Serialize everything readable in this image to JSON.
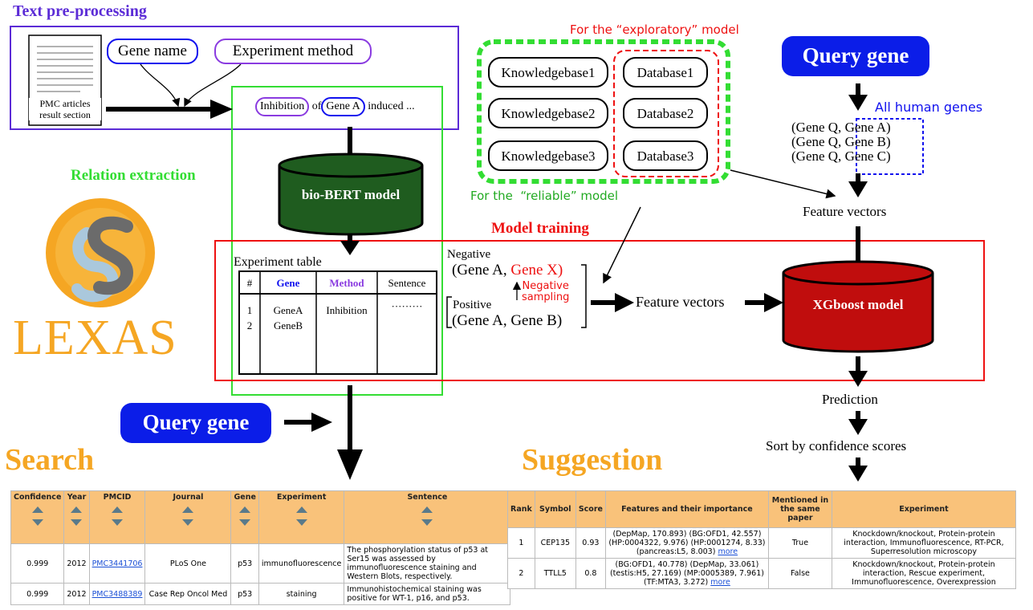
{
  "preprocessing": {
    "title": "Text pre-processing",
    "doc_caption_1": "PMC articles",
    "doc_caption_2": "result section",
    "gene_name": "Gene name",
    "experiment_method": "Experiment method",
    "sentence_inhibition": "Inhibition",
    "sentence_of": "of",
    "sentence_gene": "Gene A",
    "sentence_rest": "induced ..."
  },
  "relation_extraction": {
    "title": "Relation extraction",
    "model": "bio-BERT model"
  },
  "knowledge": {
    "exploratory_label": "For the “exploratory” model",
    "reliable_label": "For the  “reliable” model",
    "knowledgebases": [
      "Knowledgebase1",
      "Knowledgebase2",
      "Knowledgebase3"
    ],
    "databases": [
      "Database1",
      "Database2",
      "Database3"
    ]
  },
  "query_top": {
    "label": "Query gene",
    "all_human_genes": "All human genes",
    "pairs_left": [
      "(Gene Q,",
      "(Gene Q,",
      "(Gene Q,"
    ],
    "pairs_right": [
      "Gene A)",
      "Gene B)",
      "Gene C)"
    ],
    "feature_vectors": "Feature vectors"
  },
  "training": {
    "title": "Model training",
    "experiment_table_title": "Experiment table",
    "table_headers": [
      "#",
      "Gene",
      "Method",
      "Sentence"
    ],
    "rows": [
      {
        "num": "1",
        "gene": "GeneA",
        "method": "Inhibition",
        "sentence": "·········"
      },
      {
        "num": "2",
        "gene": "GeneB",
        "method": "",
        "sentence": ""
      }
    ],
    "negative": "Negative",
    "negative_pair_left": "(Gene A,",
    "negative_pair_right": "Gene X)",
    "negative_sampling_1": "Negative",
    "negative_sampling_2": "sampling",
    "positive": "Positive",
    "positive_pair": "(Gene A, Gene B)",
    "feature_vectors": "Feature vectors",
    "xgboost": "XGboost model",
    "prediction": "Prediction",
    "sort": "Sort by confidence scores"
  },
  "logo": {
    "text": "LEXAS"
  },
  "query_bottom": {
    "label": "Query gene"
  },
  "search": {
    "title": "Search",
    "headers": [
      "Confidence",
      "Year",
      "PMCID",
      "Journal",
      "Gene",
      "Experiment",
      "Sentence"
    ],
    "rows": [
      {
        "confidence": "0.999",
        "year": "2012",
        "pmcid": "PMC3441706",
        "journal": "PLoS One",
        "gene": "p53",
        "experiment": "immunofluorescence",
        "sentence": "The phosphorylation status of p53 at Ser15 was assessed by immunofluorescence staining and Western Blots, respectively."
      },
      {
        "confidence": "0.999",
        "year": "2012",
        "pmcid": "PMC3488389",
        "journal": "Case Rep Oncol Med",
        "gene": "p53",
        "experiment": "staining",
        "sentence": "Immunohistochemical staining was positive for WT-1, p16, and p53."
      }
    ]
  },
  "suggestion": {
    "title": "Suggestion",
    "headers": [
      "Rank",
      "Symbol",
      "Score",
      "Features and their importance",
      "Mentioned in the same paper",
      "Experiment"
    ],
    "rows": [
      {
        "rank": "1",
        "symbol": "CEP135",
        "score": "0.93",
        "features": "(DepMap, 170.893) (BG:OFD1, 42.557) (HP:0004322, 9.976) (HP:0001274, 8.33) (pancreas:L5, 8.003)",
        "more": "more",
        "mentioned": "True",
        "experiment": "Knockdown/knockout, Protein-protein interaction, Immunofluorescence, RT-PCR, Superresolution microscopy"
      },
      {
        "rank": "2",
        "symbol": "TTLL5",
        "score": "0.8",
        "features": "(BG:OFD1, 40.778) (DepMap, 33.061) (testis:H5, 27.169) (MP:0005389, 7.961) (TF:MTA3, 3.272)",
        "more": "more",
        "mentioned": "False",
        "experiment": "Knockdown/knockout, Protein-protein interaction, Rescue experiment, Immunofluorescence, Overexpression"
      }
    ]
  },
  "colors": {
    "purple": "#5b2bd6",
    "green": "#33dd33",
    "red": "#ee1111",
    "blue": "#1111ee",
    "darkgreen": "#1f5c1f",
    "darkred": "#b00c0c",
    "orange": "#f5a623",
    "table_header": "#f9c27a"
  }
}
